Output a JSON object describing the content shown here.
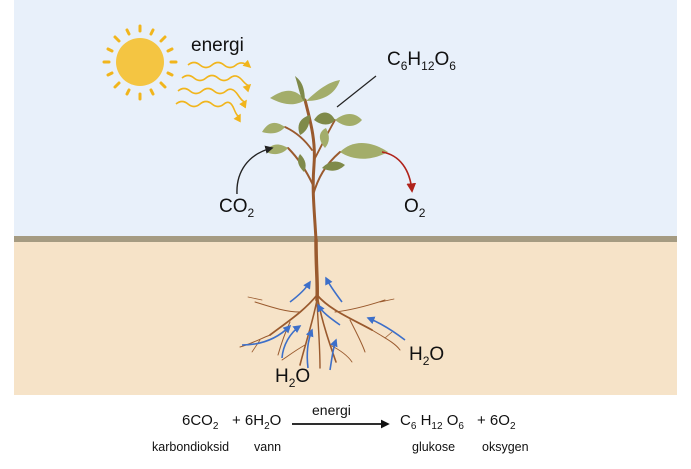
{
  "labels": {
    "energy_sun": "energi",
    "glucose": {
      "c": "C",
      "n_c": "6",
      "h": "H",
      "n_h": "12",
      "o": "O",
      "n_o": "6"
    },
    "co2": {
      "base": "CO",
      "sub": "2"
    },
    "o2": {
      "base": "O",
      "sub": "2"
    },
    "water_right": {
      "pre": "H",
      "sub": "2",
      "post": "O"
    },
    "water_bottom": {
      "pre": "H",
      "sub": "2",
      "post": "O"
    }
  },
  "equation": {
    "co2_pre": "6CO",
    "co2_sub": "2",
    "h2o_pre": "+ 6H",
    "h2o_sub": "2",
    "h2o_post": "O",
    "arrow_label": "energi",
    "prod_c": "C",
    "prod_c_sub": "6",
    "prod_h": "H",
    "prod_h_sub": "12",
    "prod_o": "O",
    "prod_o_sub": "6",
    "o2_pre": "+ 6O",
    "o2_sub": "2",
    "caption_co2": "karbondioksid",
    "caption_h2o": "vann",
    "caption_glucose": "glukose",
    "caption_o2": "oksygen"
  },
  "colors": {
    "sky": "#e8f0fa",
    "soil": "#f6e3c8",
    "ground_line": "#a59b82",
    "sun": "#f4c542",
    "sun_rays": "#f1b51c",
    "stem": "#9a5a2e",
    "leaf": "#a3ad6a",
    "leaf_dark": "#7f8a4a",
    "water_arrow": "#3d6fc9",
    "o2_arrow": "#b0231b",
    "co2_arrow": "#222222"
  }
}
